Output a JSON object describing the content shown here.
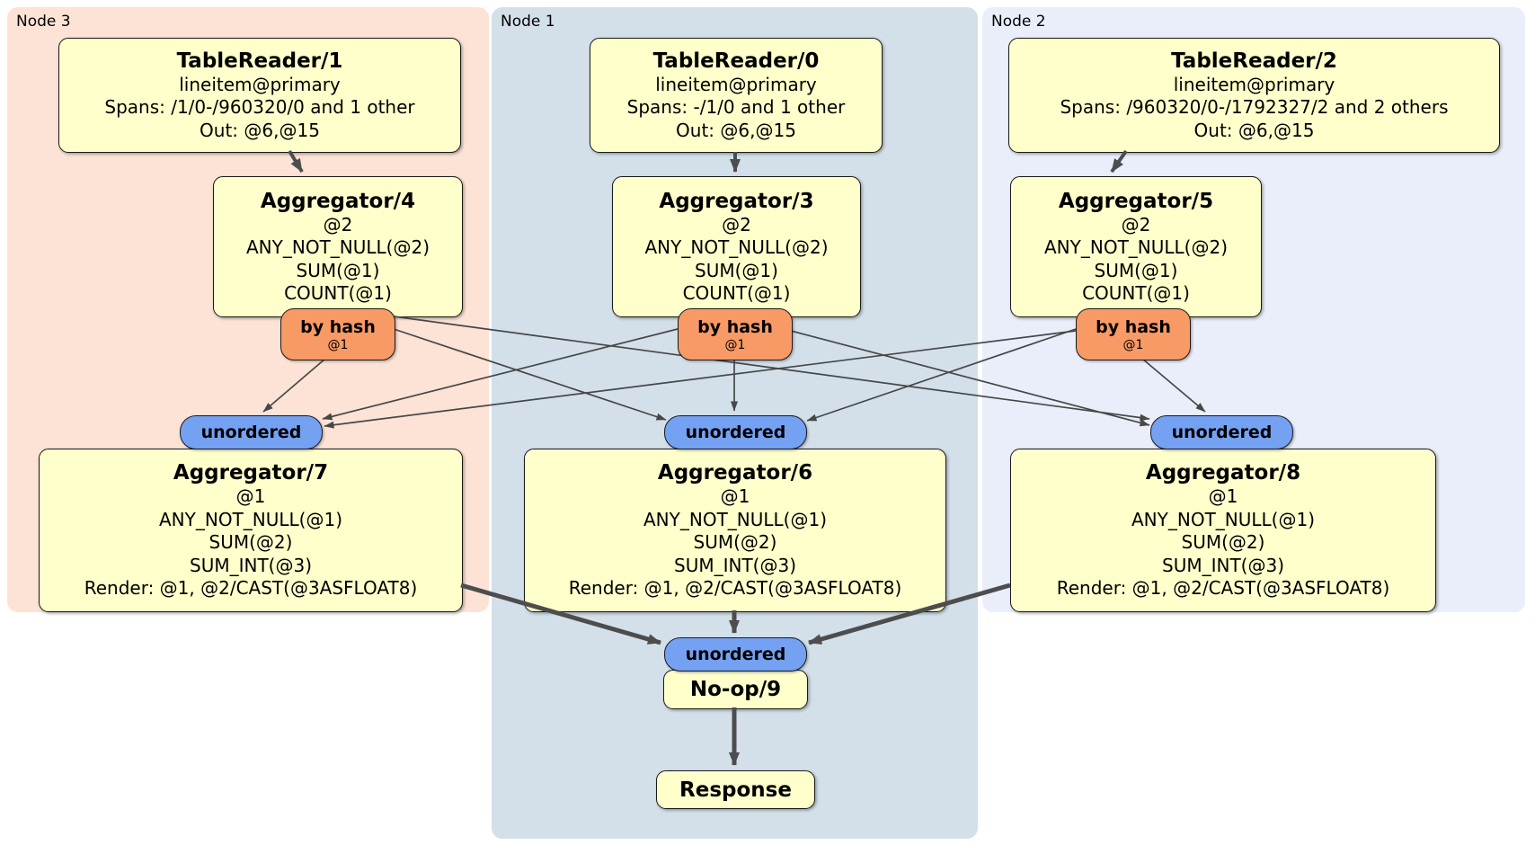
{
  "diagram": {
    "kind": "distsql-physical-plan",
    "regions": [
      {
        "id": "node-3",
        "label": "Node 3",
        "background": "#fce3d6"
      },
      {
        "id": "node-1",
        "label": "Node 1",
        "background": "#d3e0ea"
      },
      {
        "id": "node-2",
        "label": "Node 2",
        "background": "#e9eefa"
      }
    ],
    "processors": {
      "tablereader1": {
        "title": "TableReader/1",
        "lines": [
          "lineitem@primary",
          "Spans: /1/0-/960320/0 and 1 other",
          "Out: @6,@15"
        ]
      },
      "tablereader0": {
        "title": "TableReader/0",
        "lines": [
          "lineitem@primary",
          "Spans: -/1/0 and 1 other",
          "Out: @6,@15"
        ]
      },
      "tablereader2": {
        "title": "TableReader/2",
        "lines": [
          "lineitem@primary",
          "Spans: /960320/0-/1792327/2 and 2 others",
          "Out: @6,@15"
        ]
      },
      "aggregator4": {
        "title": "Aggregator/4",
        "lines": [
          "@2",
          "ANY_NOT_NULL(@2)",
          "SUM(@1)",
          "COUNT(@1)"
        ]
      },
      "aggregator3": {
        "title": "Aggregator/3",
        "lines": [
          "@2",
          "ANY_NOT_NULL(@2)",
          "SUM(@1)",
          "COUNT(@1)"
        ]
      },
      "aggregator5": {
        "title": "Aggregator/5",
        "lines": [
          "@2",
          "ANY_NOT_NULL(@2)",
          "SUM(@1)",
          "COUNT(@1)"
        ]
      },
      "aggregator7": {
        "title": "Aggregator/7",
        "lines": [
          "@1",
          "ANY_NOT_NULL(@1)",
          "SUM(@2)",
          "SUM_INT(@3)",
          "Render: @1, @2/CAST(@3ASFLOAT8)"
        ]
      },
      "aggregator6": {
        "title": "Aggregator/6",
        "lines": [
          "@1",
          "ANY_NOT_NULL(@1)",
          "SUM(@2)",
          "SUM_INT(@3)",
          "Render: @1, @2/CAST(@3ASFLOAT8)"
        ]
      },
      "aggregator8": {
        "title": "Aggregator/8",
        "lines": [
          "@1",
          "ANY_NOT_NULL(@1)",
          "SUM(@2)",
          "SUM_INT(@3)",
          "Render: @1, @2/CAST(@3ASFLOAT8)"
        ]
      },
      "noop9": {
        "title": "No-op/9"
      },
      "response": {
        "title": "Response"
      }
    },
    "routers": [
      {
        "label": "by hash",
        "detail": "@1"
      },
      {
        "label": "by hash",
        "detail": "@1"
      },
      {
        "label": "by hash",
        "detail": "@1"
      }
    ],
    "synchronizers": [
      {
        "label": "unordered"
      },
      {
        "label": "unordered"
      },
      {
        "label": "unordered"
      },
      {
        "label": "unordered"
      }
    ],
    "edges": [
      [
        "TableReader/1",
        "Aggregator/4"
      ],
      [
        "TableReader/0",
        "Aggregator/3"
      ],
      [
        "TableReader/2",
        "Aggregator/5"
      ],
      [
        "Aggregator/4 by hash",
        "unordered->Aggregator/7"
      ],
      [
        "Aggregator/4 by hash",
        "unordered->Aggregator/6"
      ],
      [
        "Aggregator/4 by hash",
        "unordered->Aggregator/8"
      ],
      [
        "Aggregator/3 by hash",
        "unordered->Aggregator/7"
      ],
      [
        "Aggregator/3 by hash",
        "unordered->Aggregator/6"
      ],
      [
        "Aggregator/3 by hash",
        "unordered->Aggregator/8"
      ],
      [
        "Aggregator/5 by hash",
        "unordered->Aggregator/7"
      ],
      [
        "Aggregator/5 by hash",
        "unordered->Aggregator/6"
      ],
      [
        "Aggregator/5 by hash",
        "unordered->Aggregator/8"
      ],
      [
        "Aggregator/7",
        "unordered->No-op/9"
      ],
      [
        "Aggregator/6",
        "unordered->No-op/9"
      ],
      [
        "Aggregator/8",
        "unordered->No-op/9"
      ],
      [
        "No-op/9",
        "Response"
      ]
    ],
    "colors": {
      "processor_fill": "#ffffcc",
      "router_fill": "#f89a66",
      "synchronizer_fill": "#74a1f2",
      "edge": "#4d4d4d",
      "node3_bg": "#fce3d6",
      "node1_bg": "#d3e0ea",
      "node2_bg": "#e9eefa"
    }
  }
}
